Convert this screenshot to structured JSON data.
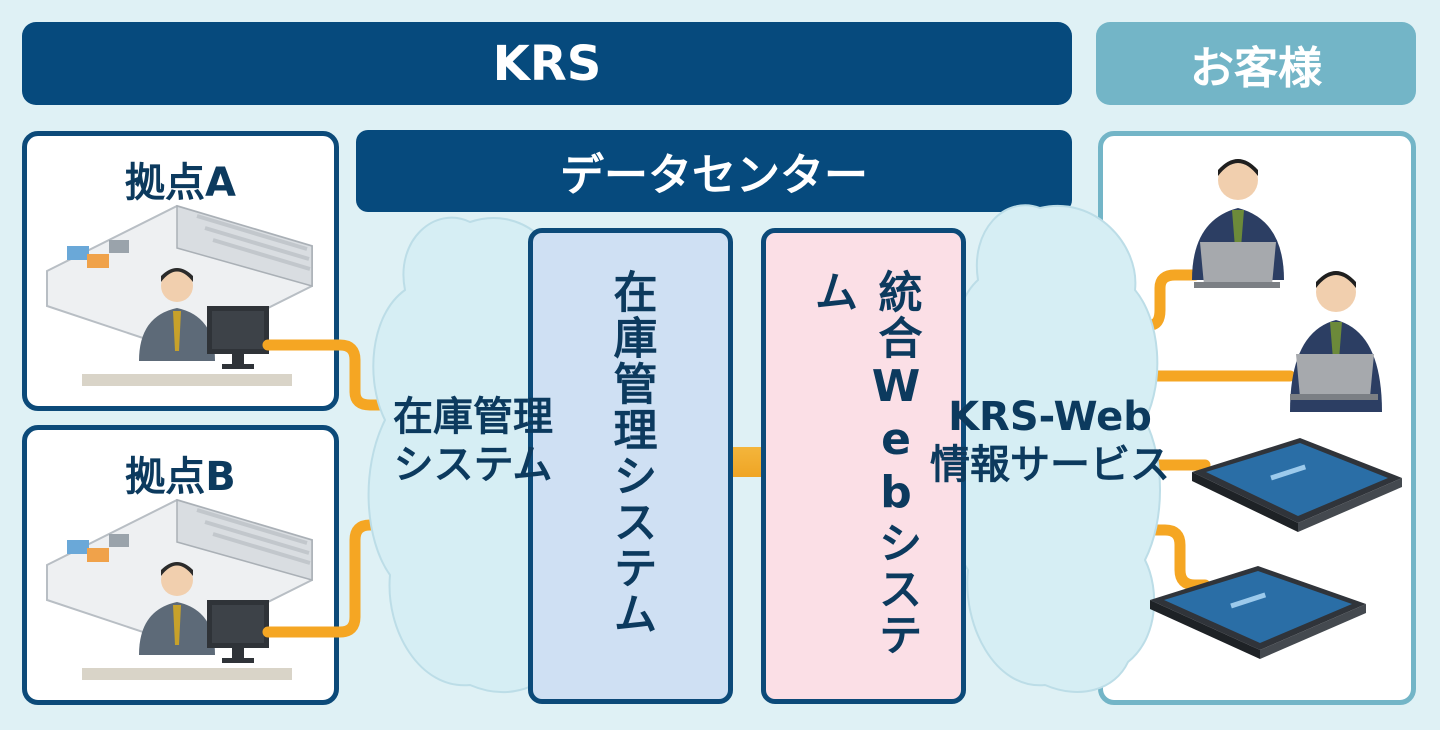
{
  "header": {
    "krs_title": "KRS",
    "customer_title": "お客様"
  },
  "datacenter": {
    "title": "データセンター"
  },
  "sites": [
    {
      "title": "拠点A"
    },
    {
      "title": "拠点B"
    }
  ],
  "clouds": {
    "left_line1": "在庫管理",
    "left_line2": "システム",
    "right_line1": "KRS-Web",
    "right_line2": "情報サービス"
  },
  "systems": {
    "inventory": "在庫管理システム",
    "integrated_web": "統合Webシステム"
  },
  "colors": {
    "navy": "#064a7d",
    "teal": "#73b5c7",
    "connector": "#f5a623",
    "inventory_bg": "#cfe0f3",
    "web_bg": "#fbdfe6",
    "cloud": "#d6eef4"
  },
  "icons": [
    "warehouse-icon",
    "office-worker-icon",
    "monitor-icon",
    "businessman-laptop-icon",
    "tablet-icon",
    "double-arrow-icon",
    "cloud-icon"
  ]
}
